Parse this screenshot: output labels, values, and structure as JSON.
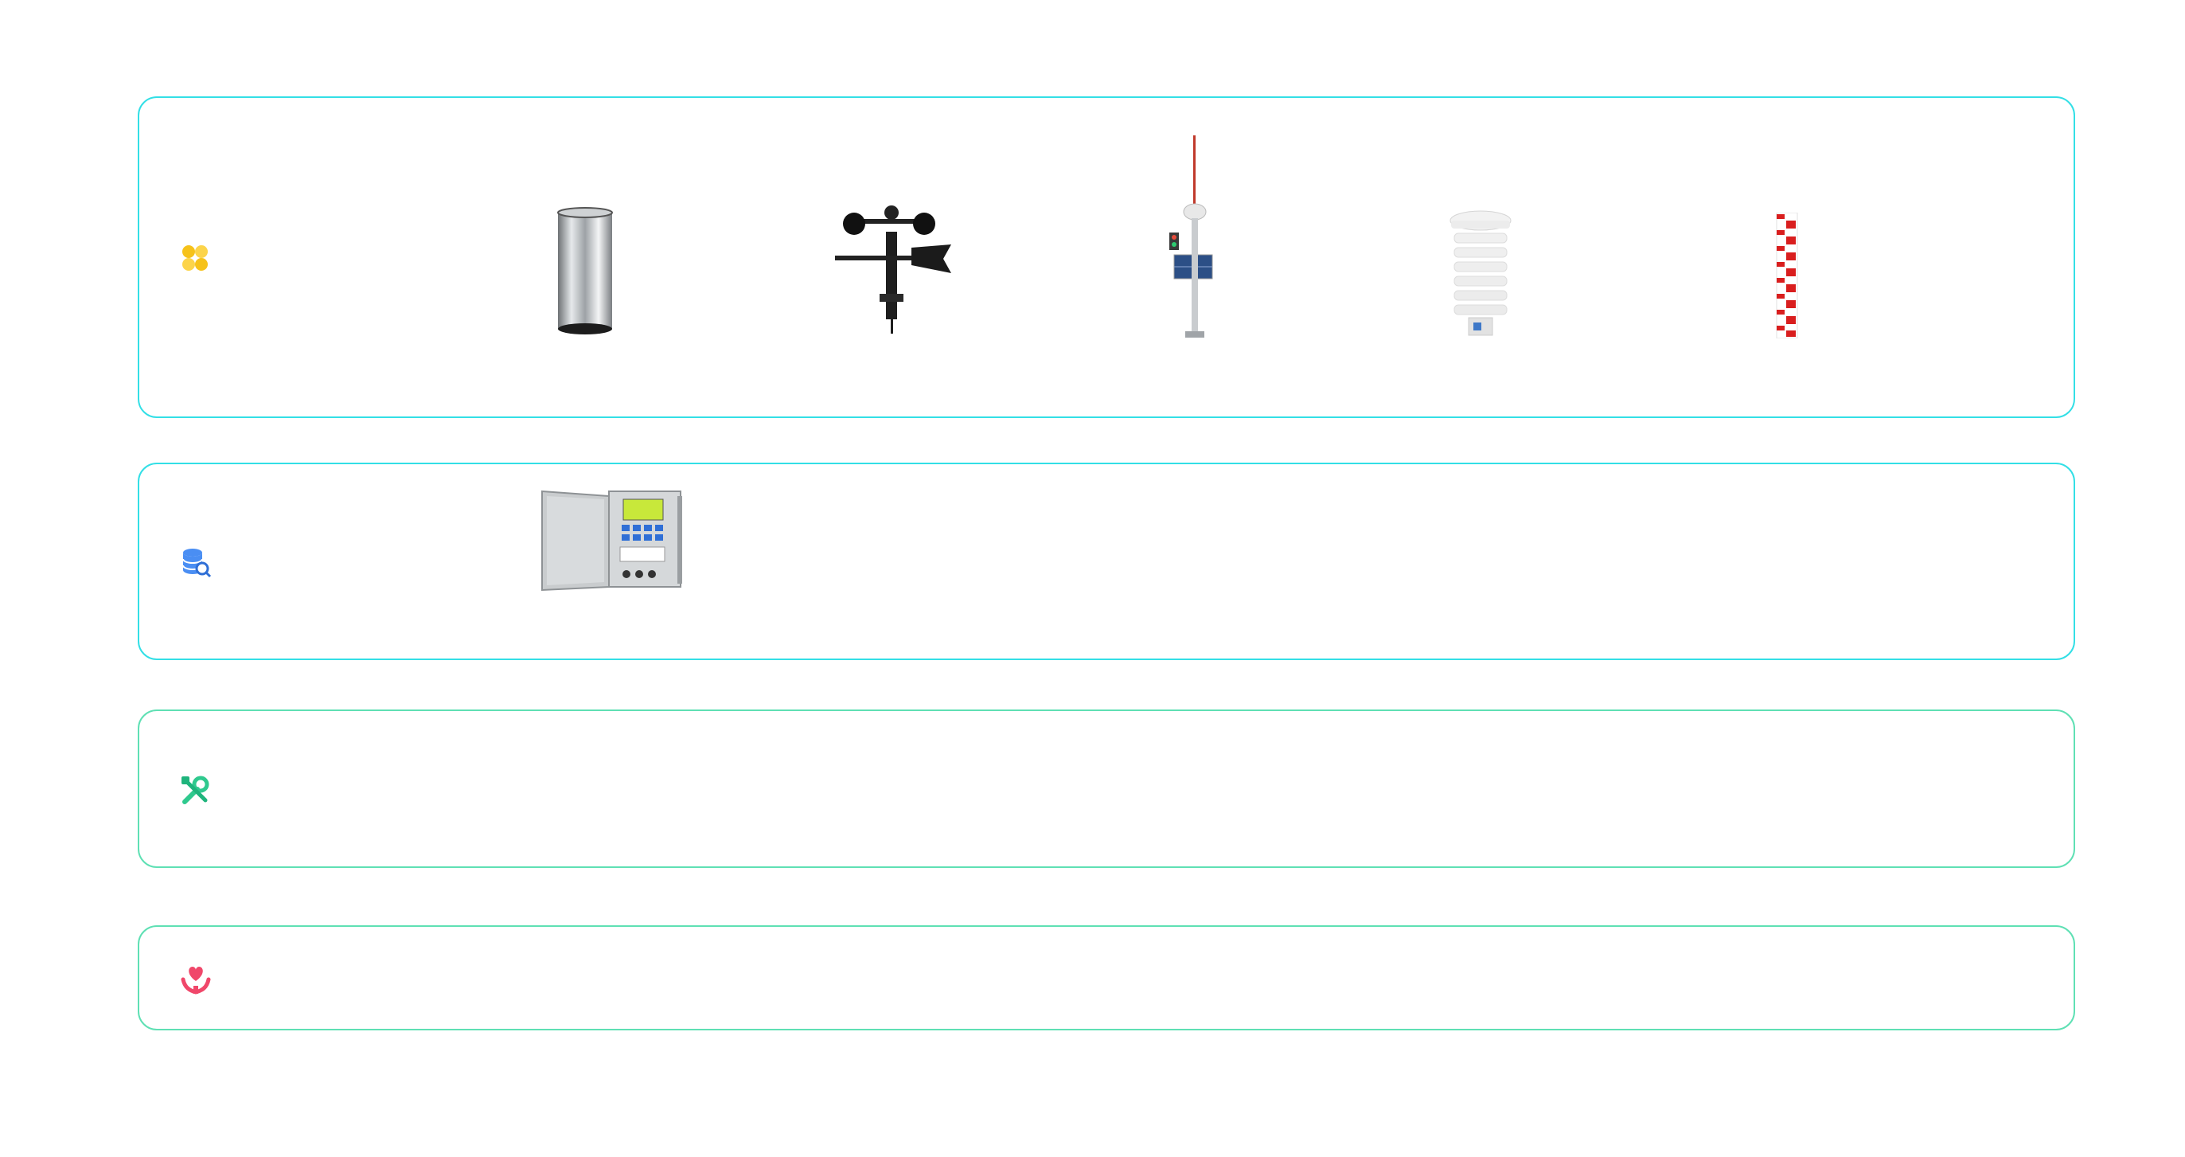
{
  "sections": [
    {
      "icon": "four-petal-flower-icon",
      "accent": "#f6c21a",
      "products": [
        "rain-gauge-image",
        "wind-vane-anemometer-image",
        "weather-station-mast-image",
        "louvered-radiation-shield-image",
        "red-water-level-staff-image"
      ]
    },
    {
      "icon": "database-search-icon",
      "accent": "#4a8ef3",
      "products": [
        "data-logger-cabinet-image"
      ]
    },
    {
      "icon": "wrench-screwdriver-icon",
      "accent": "#2fc98e",
      "products": []
    },
    {
      "icon": "heart-in-hands-icon",
      "accent": "#f0476a",
      "products": []
    }
  ]
}
